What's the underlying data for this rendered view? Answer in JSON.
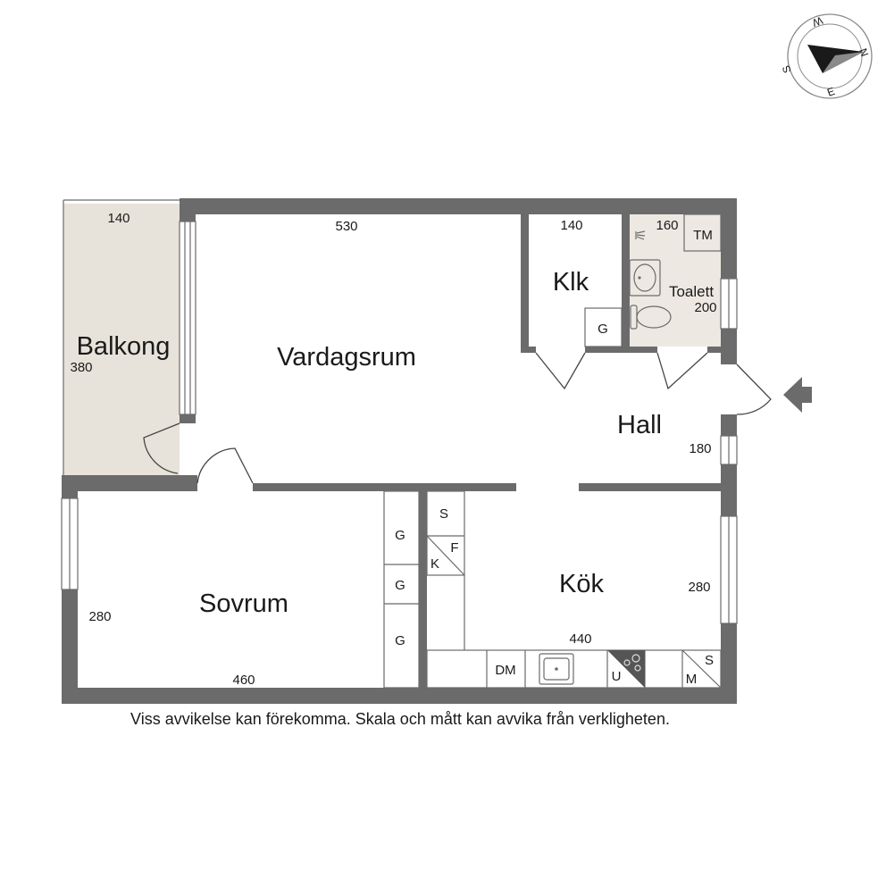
{
  "rooms": {
    "balkong": "Balkong",
    "vardagsrum": "Vardagsrum",
    "klk": "Klk",
    "toalett": "Toalett",
    "hall": "Hall",
    "sovrum": "Sovrum",
    "kok": "Kök"
  },
  "dimensions": {
    "balkong_w": "140",
    "balkong_h": "380",
    "vardagsrum_w": "530",
    "klk_w": "140",
    "toalett_w": "160",
    "toalett_h": "200",
    "hall_h": "180",
    "sovrum_h": "280",
    "sovrum_w": "460",
    "kok_w": "440",
    "kok_h": "280"
  },
  "fixtures": {
    "tm": "TM",
    "g_klk": "G",
    "g_sov_1": "G",
    "g_sov_2": "G",
    "g_sov_3": "G",
    "s_top": "S",
    "f": "F",
    "k": "K",
    "dm": "DM",
    "u": "U",
    "m": "M",
    "s_bottom": "S"
  },
  "compass": {
    "n": "N",
    "e": "E",
    "s": "S",
    "w": "W"
  },
  "icons": {
    "entrance": "entrance-arrow-icon",
    "compass": "compass-rose-icon",
    "shower": "shower-icon",
    "sink": "sink-icon",
    "toilet": "toilet-icon",
    "stove": "stove-icon"
  },
  "colors": {
    "wall": "#6b6b6b",
    "balcony_fill": "#e7e3da",
    "bath_fill": "#ede9e2"
  },
  "disclaimer": "Viss avvikelse kan förekomma. Skala och mått kan avvika från verkligheten."
}
